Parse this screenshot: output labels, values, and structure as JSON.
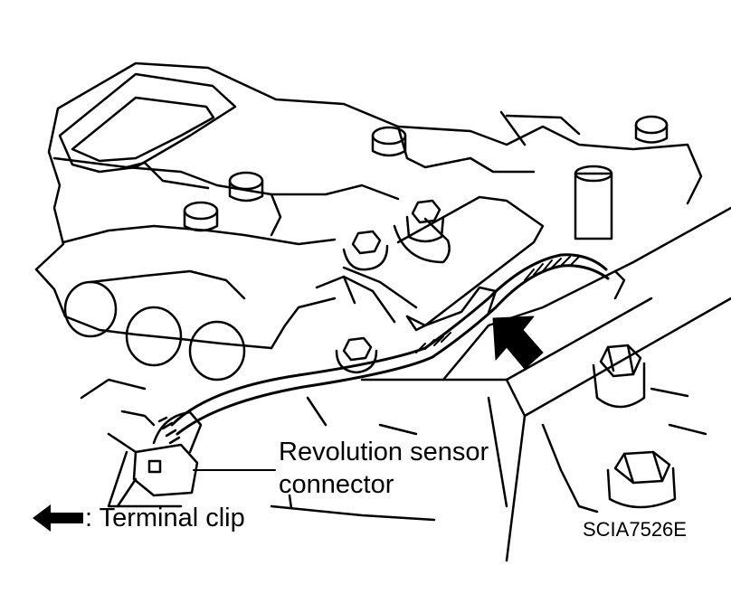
{
  "callout": {
    "line1": "Revolution sensor",
    "line2": "connector"
  },
  "legend": {
    "icon": "filled-left-arrow",
    "text": ": Terminal clip"
  },
  "figure_id": "SCIA7526E",
  "colors": {
    "ink": "#000000",
    "paper": "#ffffff"
  }
}
